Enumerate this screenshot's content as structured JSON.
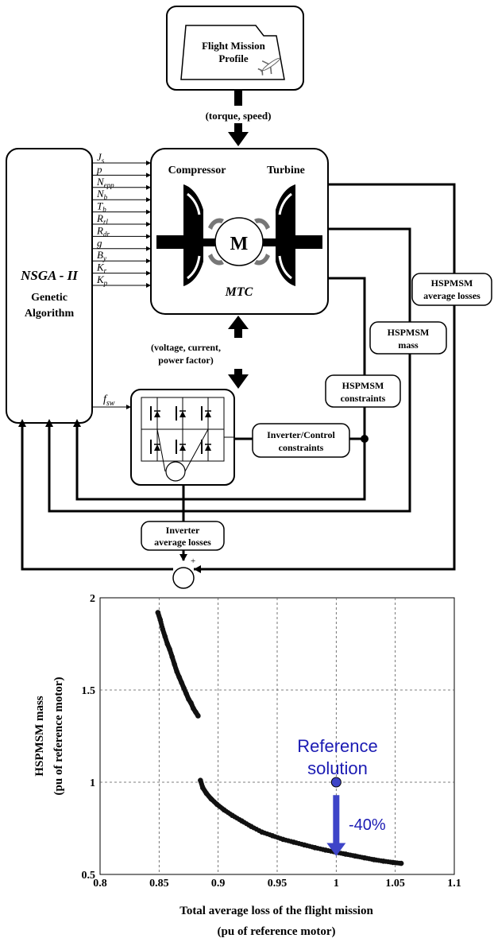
{
  "diagram": {
    "mission_box": {
      "line1": "Flight Mission",
      "line2": "Profile"
    },
    "torque_speed": "(torque, speed)",
    "nsga": {
      "title": "NSGA - II",
      "sub1": "Genetic",
      "sub2": "Algorithm"
    },
    "variables": [
      {
        "base": "J",
        "sub": "s"
      },
      {
        "base": "p",
        "sub": ""
      },
      {
        "base": "N",
        "sub": "epp"
      },
      {
        "base": "N",
        "sub": "b"
      },
      {
        "base": "T",
        "sub": "b"
      },
      {
        "base": "R",
        "sub": "rl"
      },
      {
        "base": "R",
        "sub": "dr"
      },
      {
        "base": "g",
        "sub": ""
      },
      {
        "base": "B",
        "sub": "y"
      },
      {
        "base": "K",
        "sub": "r"
      },
      {
        "base": "K",
        "sub": "p"
      }
    ],
    "fsw": {
      "base": "f",
      "sub": "sw"
    },
    "compressor": "Compressor",
    "turbine": "Turbine",
    "motor": "M",
    "mtc": "MTC",
    "vcp": {
      "line1": "(voltage, current,",
      "line2": "power factor)"
    },
    "avg_losses_box": {
      "line1": "HSPMSM",
      "line2": "average losses"
    },
    "mass_box": {
      "line1": "HSPMSM",
      "line2": "mass"
    },
    "constraints_box": {
      "line1": "HSPMSM",
      "line2": "constraints"
    },
    "inv_constraints_box": {
      "line1": "Inverter/Control",
      "line2": "constraints"
    },
    "inv_losses_box": {
      "line1": "Inverter",
      "line2": "average losses"
    },
    "plus1": "+",
    "plus2": "+"
  },
  "chart_data": {
    "type": "scatter",
    "ylabel": [
      "HSPMSM mass",
      "(pu of reference motor)"
    ],
    "xlabel": [
      "Total average loss of the flight mission",
      "(pu of reference motor)"
    ],
    "xlim": [
      0.8,
      1.1
    ],
    "ylim": [
      0.5,
      2
    ],
    "xticks": [
      "0.8",
      "0.85",
      "0.9",
      "0.95",
      "1",
      "1.05",
      "1.1"
    ],
    "yticks": [
      "0.5",
      "1",
      "1.5",
      "2"
    ],
    "xtick_values": [
      0.8,
      0.85,
      0.9,
      0.95,
      1,
      1.05,
      1.1
    ],
    "ytick_values": [
      0.5,
      1,
      1.5,
      2
    ],
    "grid": true,
    "series": [
      {
        "points": [
          [
            0.849,
            1.92
          ],
          [
            0.851,
            1.88
          ],
          [
            0.853,
            1.83
          ],
          [
            0.855,
            1.79
          ],
          [
            0.857,
            1.75
          ],
          [
            0.859,
            1.72
          ],
          [
            0.861,
            1.68
          ],
          [
            0.863,
            1.64
          ],
          [
            0.865,
            1.6
          ],
          [
            0.867,
            1.57
          ],
          [
            0.869,
            1.54
          ],
          [
            0.871,
            1.51
          ],
          [
            0.873,
            1.48
          ],
          [
            0.875,
            1.45
          ],
          [
            0.877,
            1.43
          ],
          [
            0.879,
            1.4
          ],
          [
            0.881,
            1.38
          ],
          [
            0.883,
            1.36
          ]
        ]
      },
      {
        "points": [
          [
            0.885,
            1.01
          ],
          [
            0.887,
            0.97
          ],
          [
            0.89,
            0.94
          ],
          [
            0.894,
            0.91
          ],
          [
            0.899,
            0.88
          ],
          [
            0.905,
            0.85
          ],
          [
            0.912,
            0.82
          ],
          [
            0.92,
            0.79
          ],
          [
            0.928,
            0.76
          ],
          [
            0.937,
            0.73
          ],
          [
            0.946,
            0.71
          ],
          [
            0.955,
            0.69
          ],
          [
            0.964,
            0.675
          ],
          [
            0.973,
            0.66
          ],
          [
            0.982,
            0.645
          ],
          [
            0.991,
            0.632
          ],
          [
            1.0,
            0.62
          ],
          [
            1.008,
            0.61
          ],
          [
            1.016,
            0.6
          ],
          [
            1.024,
            0.59
          ],
          [
            1.032,
            0.58
          ],
          [
            1.04,
            0.572
          ],
          [
            1.048,
            0.565
          ],
          [
            1.055,
            0.56
          ]
        ]
      }
    ],
    "reference_point": {
      "x": 1.0,
      "y": 1.0,
      "label": [
        "Reference",
        "solution"
      ]
    },
    "arrow_label": "-40%",
    "colors": {
      "marker": "#111111",
      "reference": "#3e45c8",
      "annotation": "#1b1bb3"
    }
  }
}
